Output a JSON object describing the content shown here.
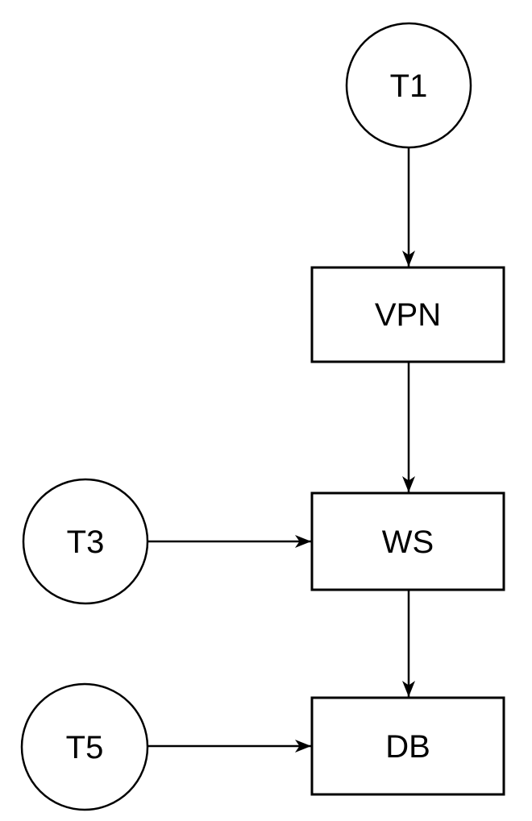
{
  "diagram": {
    "background_color": "#ffffff",
    "stroke_color": "#000000",
    "text_color": "#000000",
    "nodes": [
      {
        "id": "t1",
        "label": "T1",
        "shape": "circle"
      },
      {
        "id": "vpn",
        "label": "VPN",
        "shape": "rectangle"
      },
      {
        "id": "t3",
        "label": "T3",
        "shape": "circle"
      },
      {
        "id": "ws",
        "label": "WS",
        "shape": "rectangle"
      },
      {
        "id": "t5",
        "label": "T5",
        "shape": "circle"
      },
      {
        "id": "db",
        "label": "DB",
        "shape": "rectangle"
      }
    ],
    "edges": [
      {
        "from": "T1",
        "to": "VPN",
        "direction": "down",
        "arrow": "filled-triangle"
      },
      {
        "from": "VPN",
        "to": "WS",
        "direction": "down",
        "arrow": "filled-triangle"
      },
      {
        "from": "T3",
        "to": "WS",
        "direction": "right",
        "arrow": "filled-triangle"
      },
      {
        "from": "WS",
        "to": "DB",
        "direction": "down",
        "arrow": "filled-triangle"
      },
      {
        "from": "T5",
        "to": "DB",
        "direction": "right",
        "arrow": "filled-triangle"
      }
    ]
  }
}
